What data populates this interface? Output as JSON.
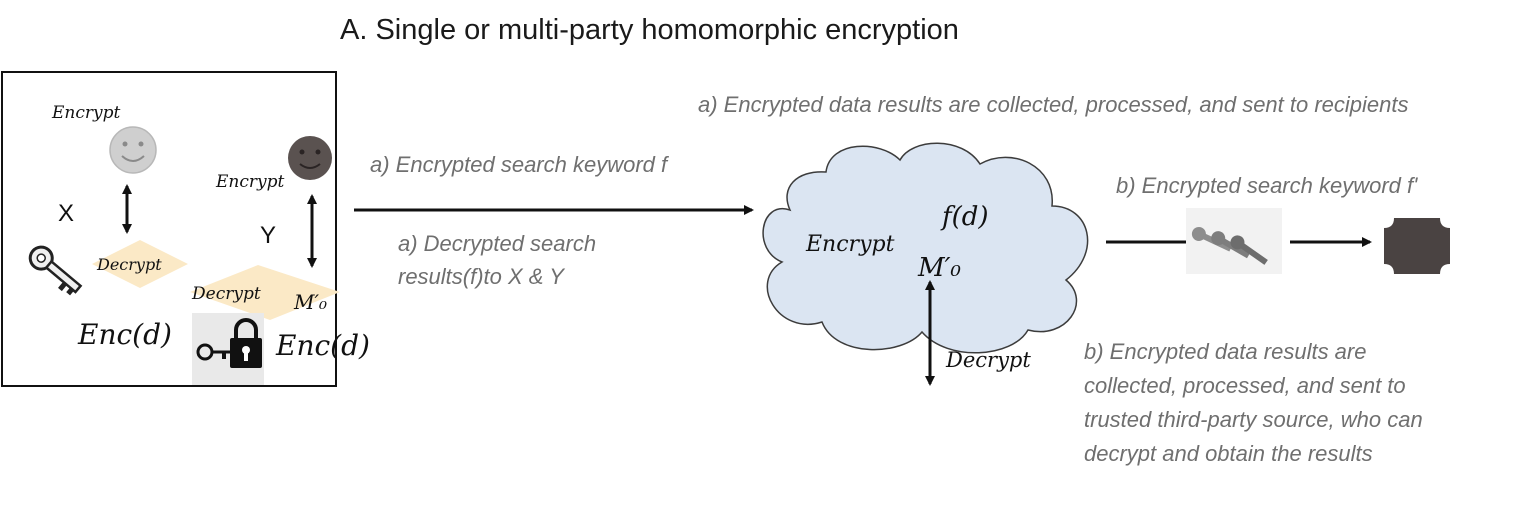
{
  "title": "A. Single or multi-party homomorphic encryption",
  "left_panel": {
    "encrypt_x": "Encrypt",
    "encrypt_y": "Encrypt",
    "party_x": "X",
    "party_y": "Y",
    "decrypt_x": "Decrypt",
    "decrypt_y": "Decrypt",
    "m_prime_0": "M′₀",
    "enc_d_x": "Enc(d)",
    "enc_d_y": "Enc(d)"
  },
  "middle": {
    "arrow_top_label": "a)    Encrypted search keyword f",
    "arrow_bottom_label": "a) Decrypted search results(f)to X & Y"
  },
  "cloud": {
    "f_d": "f(d)",
    "encrypt": "Encrypt",
    "m_prime_0": "M′₀",
    "decrypt": "Decrypt"
  },
  "right": {
    "top_note": "a) Encrypted data results are collected, processed, and sent to recipients",
    "keyword_note": "b) Encrypted search keyword f'",
    "bottom_note": "b) Encrypted data results are collected, processed, and sent to trusted third-party source, who can decrypt and obtain the results"
  },
  "colors": {
    "cloud_fill": "#dbe5f2",
    "cloud_stroke": "#3c3c3c",
    "diamond_fill": "#fbe9c6",
    "face_light": "#cfcfcf",
    "face_dark": "#5a5250",
    "recipient_octagon": "#4a4342",
    "note_text": "#6f6f6f"
  }
}
